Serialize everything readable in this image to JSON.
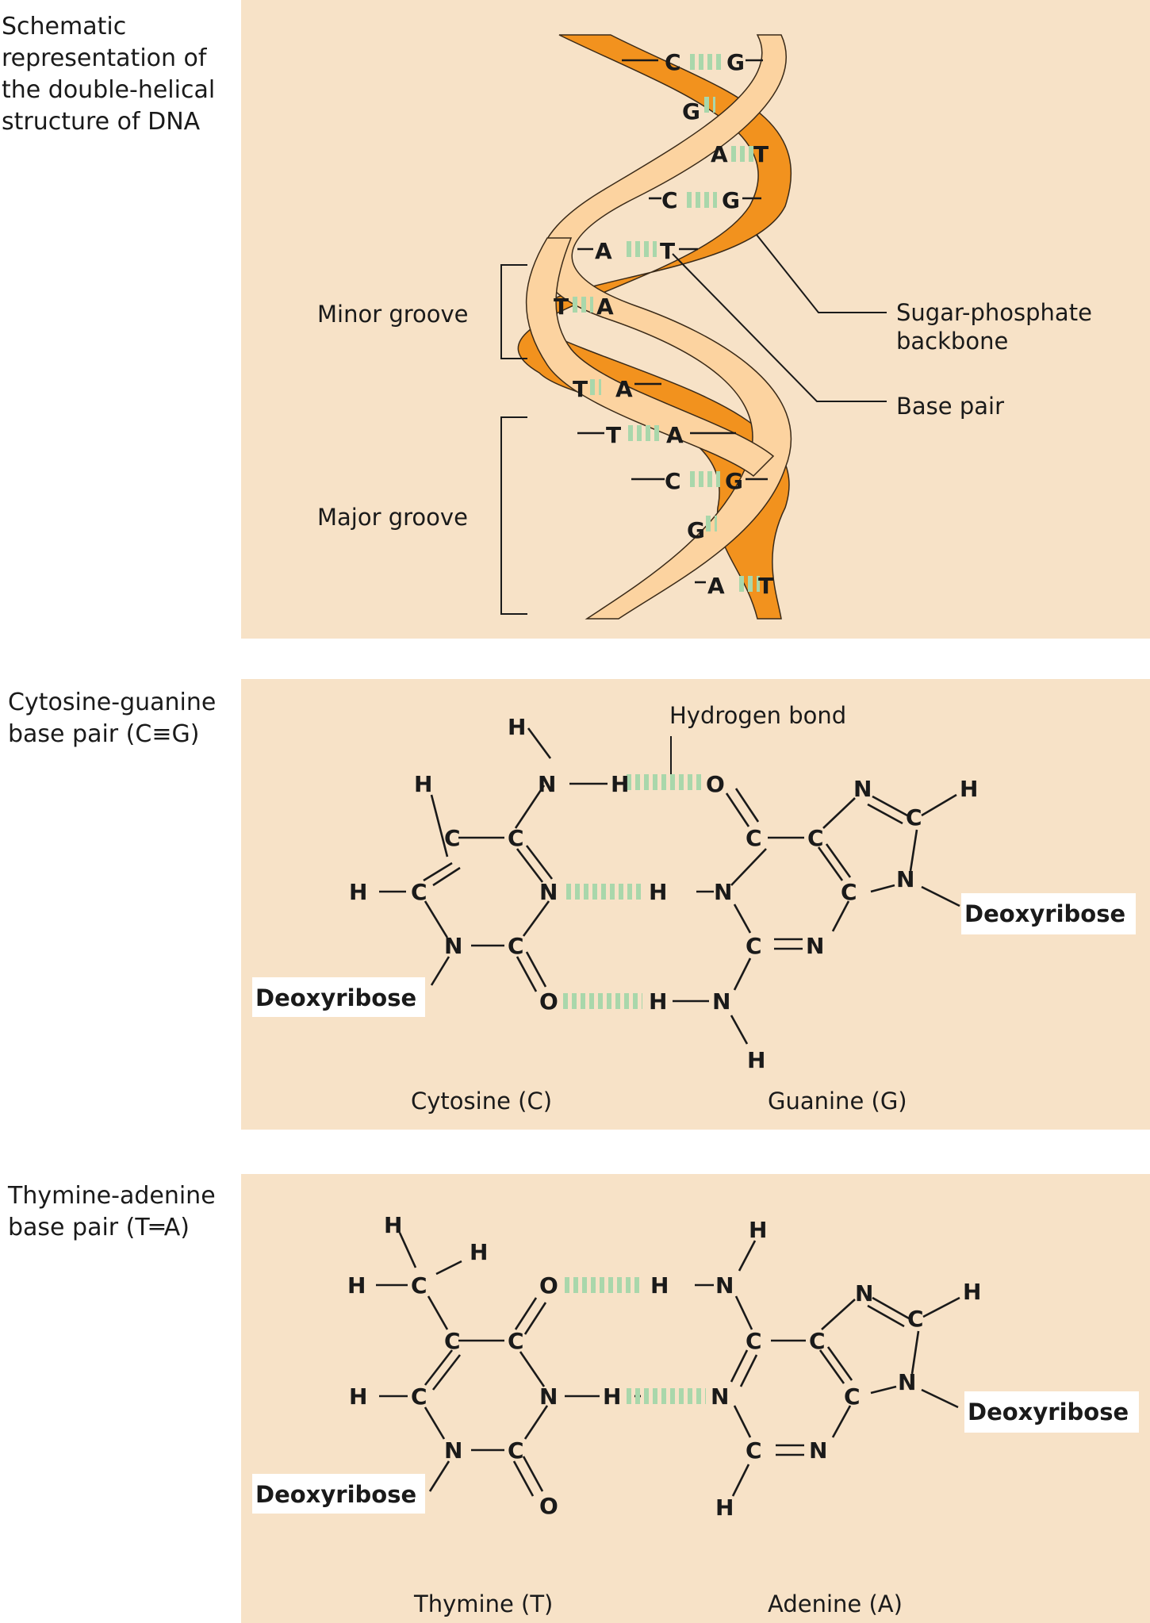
{
  "panels": {
    "helix": {
      "title": "Schematic\nrepresentation of\nthe double-helical\nstructure of DNA",
      "minor_groove": "Minor groove",
      "major_groove": "Major groove",
      "backbone_line1": "Sugar-phosphate",
      "backbone_line2": "backbone",
      "base_pair": "Base pair",
      "pairs": [
        {
          "left": "C",
          "right": "G"
        },
        {
          "left": "G",
          "right": ""
        },
        {
          "left": "A",
          "right": "T"
        },
        {
          "left": "C",
          "right": "G"
        },
        {
          "left": "A",
          "right": "T"
        },
        {
          "left": "T",
          "right": "A"
        },
        {
          "left": "T",
          "right": "A"
        },
        {
          "left": "T",
          "right": "A"
        },
        {
          "left": "C",
          "right": "G"
        },
        {
          "left": "G",
          "right": ""
        },
        {
          "left": "A",
          "right": "T"
        }
      ]
    },
    "cg": {
      "title": "Cytosine-guanine\nbase pair (C≡G)",
      "hydrogen_bond": "Hydrogen bond",
      "deoxyribose_left": "Deoxyribose",
      "deoxyribose_right": "Deoxyribose",
      "cytosine": "Cytosine (C)",
      "guanine": "Guanine (G)"
    },
    "ta": {
      "title": "Thymine-adenine\nbase pair (T═A)",
      "deoxyribose_left": "Deoxyribose",
      "deoxyribose_right": "Deoxyribose",
      "thymine": "Thymine (T)",
      "adenine": "Adenine (A)"
    }
  },
  "atoms": {
    "H": "H",
    "C": "C",
    "N": "N",
    "O": "O"
  },
  "colors": {
    "panel_bg": "#f7e2c7",
    "strand_dark": "#f2921e",
    "strand_light": "#fcd3a0",
    "hydrogen_bond": "#a9d7ab"
  }
}
